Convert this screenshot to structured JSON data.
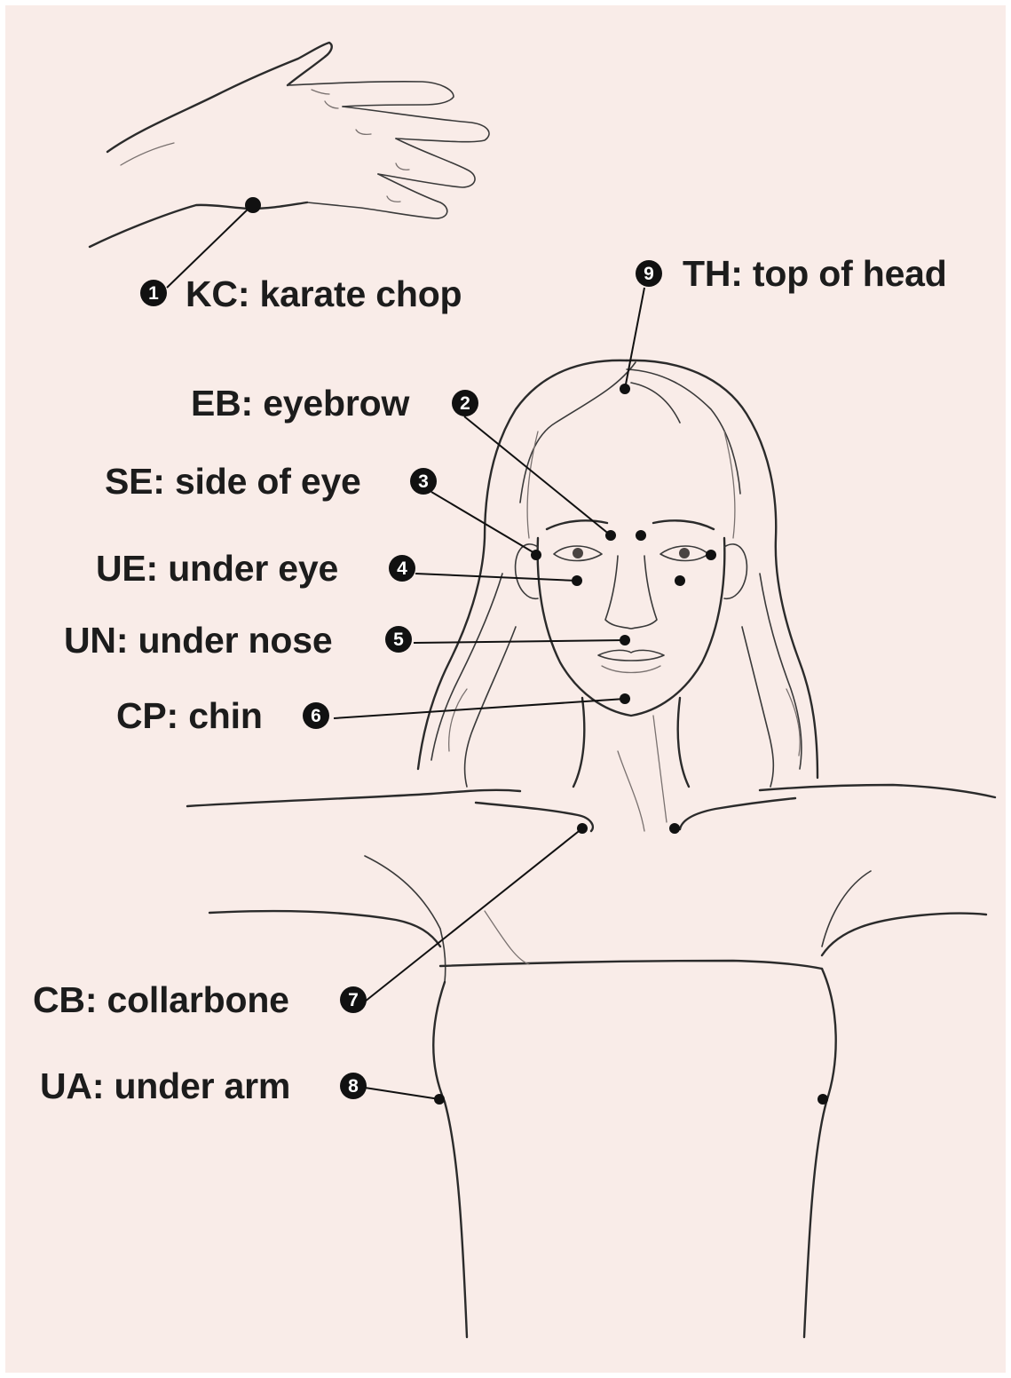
{
  "colors": {
    "background": "#f9ece8",
    "line": "#2b2b2b",
    "badge": "#111111",
    "text": "#1c1c1c"
  },
  "points": [
    {
      "number": "1",
      "label": "KC: karate chop"
    },
    {
      "number": "2",
      "label": "EB: eyebrow"
    },
    {
      "number": "3",
      "label": "SE: side of eye"
    },
    {
      "number": "4",
      "label": "UE: under eye"
    },
    {
      "number": "5",
      "label": "UN: under nose"
    },
    {
      "number": "6",
      "label": "CP: chin"
    },
    {
      "number": "7",
      "label": "CB: collarbone"
    },
    {
      "number": "8",
      "label": "UA: under arm"
    },
    {
      "number": "9",
      "label": "TH: top of head"
    }
  ]
}
